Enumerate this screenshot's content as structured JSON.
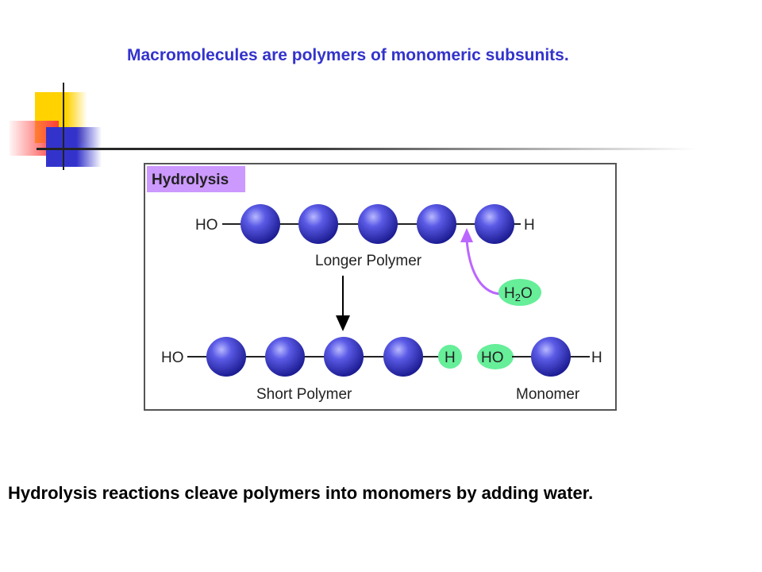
{
  "title": "Macromolecules are polymers of monomeric subsunits.",
  "caption": "Hydrolysis reactions cleave polymers into monomers by adding water.",
  "diagram": {
    "panel_label": "Hydrolysis",
    "top_chain": {
      "left_end": "HO",
      "right_end": "H",
      "label": "Longer Polymer",
      "monomer_count": 5
    },
    "water_label": "H2O",
    "water_main": "H",
    "water_subscript": "2",
    "water_tail": "O",
    "bottom_chain": {
      "left_end": "HO",
      "h_cap": "H",
      "ho_cap": "HO",
      "right_end": "H",
      "short_label": "Short Polymer",
      "monomer_label": "Monomer",
      "short_monomer_count": 4,
      "free_monomer_count": 1
    },
    "colors": {
      "monomer": "#3a3ad0",
      "label_highlight": "#cc99ff",
      "water_fill": "#66ee99",
      "arrow_water": "#bb66ff"
    }
  }
}
